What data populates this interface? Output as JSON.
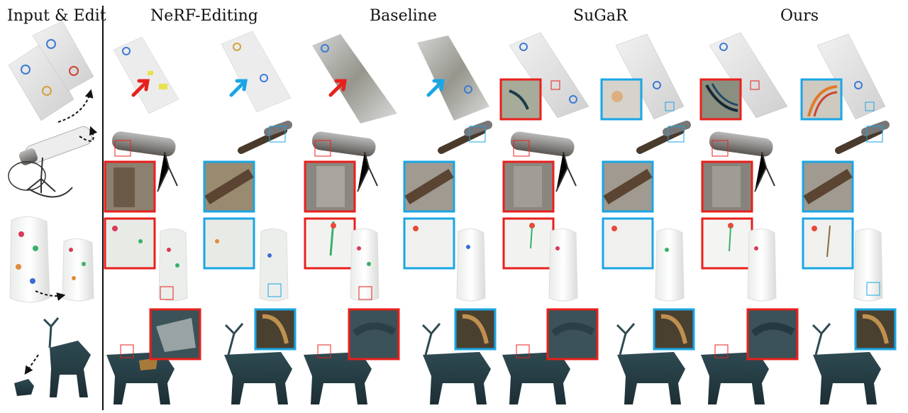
{
  "figure": {
    "headers": {
      "input": "Input & Edit",
      "nerf": "NeRF-Editing",
      "baseline": "Baseline",
      "sugar": "SuGaR",
      "ours": "Ours"
    },
    "rows": [
      "ribbon",
      "microphone",
      "vase",
      "deer"
    ],
    "colors": {
      "zoom_red": "#e8201c",
      "zoom_blue": "#1aa6e4",
      "arrow_red": "#e8201c",
      "arrow_blue": "#1aa6e4",
      "divider": "#111111"
    }
  }
}
